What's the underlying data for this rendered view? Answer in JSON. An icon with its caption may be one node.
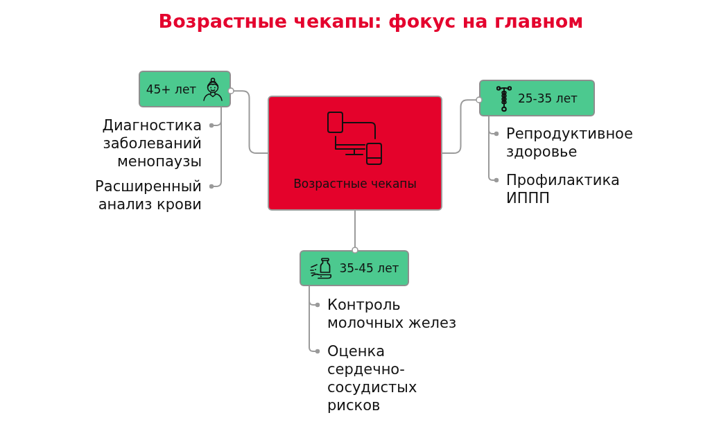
{
  "diagram": {
    "title": "Возрастные чекапы: фокус на главном",
    "nodes": [
      {
        "text": [
          "Возрастные чекапы"
        ]
      },
      {
        "text": [
          "45+ лет"
        ]
      },
      {
        "text": [
          "25-35 лет"
        ]
      },
      {
        "text": [
          "35-45 лет"
        ]
      },
      {
        "text": [
          "Диагностика заболеваний менопаузы"
        ]
      },
      {
        "text": [
          "Расширенный анализ крови"
        ]
      },
      {
        "text": [
          "Репродуктивное здоровье"
        ]
      },
      {
        "text": [
          "Профилактика ИППП"
        ]
      },
      {
        "text": [
          "Контроль молочных желез"
        ]
      },
      {
        "text": [
          "Оценка сердечно-сосудистых рисков"
        ]
      }
    ],
    "edges": [
      {
        "from": 0,
        "to": 1,
        "arrow": "other"
      },
      {
        "from": 0,
        "to": 2,
        "arrow": "other"
      },
      {
        "from": 0,
        "to": 3,
        "arrow": "other"
      },
      {
        "from": 1,
        "to": 4,
        "arrow": "other"
      },
      {
        "from": 1,
        "to": 5,
        "arrow": "other"
      },
      {
        "from": 2,
        "to": 6,
        "arrow": "other"
      },
      {
        "from": 2,
        "to": 7,
        "arrow": "other"
      },
      {
        "from": 3,
        "to": 8,
        "arrow": "other"
      },
      {
        "from": 3,
        "to": 9,
        "arrow": "other"
      }
    ]
  }
}
